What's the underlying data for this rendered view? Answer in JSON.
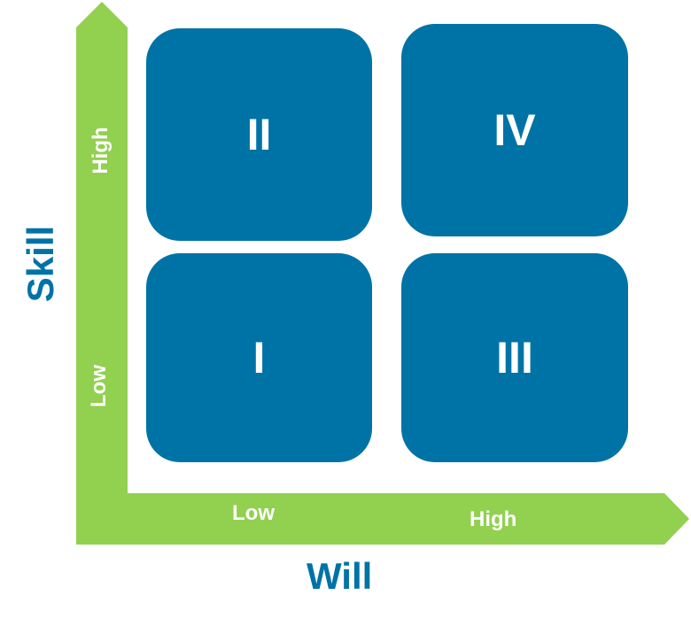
{
  "colors": {
    "axis": "#92D050",
    "quadrant": "#0073A6",
    "title": "#0073A6",
    "text_on_shape": "#FFFFFF"
  },
  "y_axis": {
    "title": "Skill",
    "high_label": "High",
    "low_label": "Low"
  },
  "x_axis": {
    "title": "Will",
    "low_label": "Low",
    "high_label": "High"
  },
  "quadrants": {
    "low_skill_low_will": "I",
    "high_skill_low_will": "II",
    "low_skill_high_will": "III",
    "high_skill_high_will": "IV"
  }
}
